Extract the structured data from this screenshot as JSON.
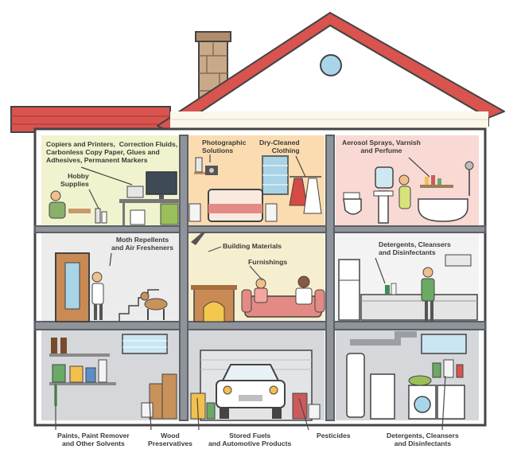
{
  "labels": {
    "copiers": "Copiers and Printers,  Correction Fluids,\nCarbonless Copy Paper, Glues and\nAdhesives, Permanent Markers",
    "hobby": "Hobby\nSupplies",
    "photographic": "Photographic\nSolutions",
    "dry_cleaned": "Dry-Cleaned\nClothing",
    "aerosol": "Aerosol Sprays, Varnish\nand Perfume",
    "moth": "Moth Repellents\nand Air Fresheners",
    "building": "Building Materials",
    "furnishings": "Furnishings",
    "detergents_kitchen": "Detergents, Cleansers\nand Disinfectants",
    "paints": "Paints, Paint Remover\nand Other Solvents",
    "wood": "Wood\nPreservatives",
    "fuels": "Stored Fuels\nand Automotive Products",
    "pesticides": "Pesticides",
    "detergents_basement": "Detergents, Cleansers\nand Disinfectants"
  },
  "colors": {
    "roof": "#d9534f",
    "wall": "#5b5f66",
    "office": "#f1f3cf",
    "bedroom": "#fbdcb0",
    "bathroom": "#f9d9d4",
    "hall": "#ececec",
    "living": "#f6efcf",
    "kitchen": "#f3f3f3",
    "basement": "#d5d7db",
    "leader": "#4a4a4a"
  }
}
